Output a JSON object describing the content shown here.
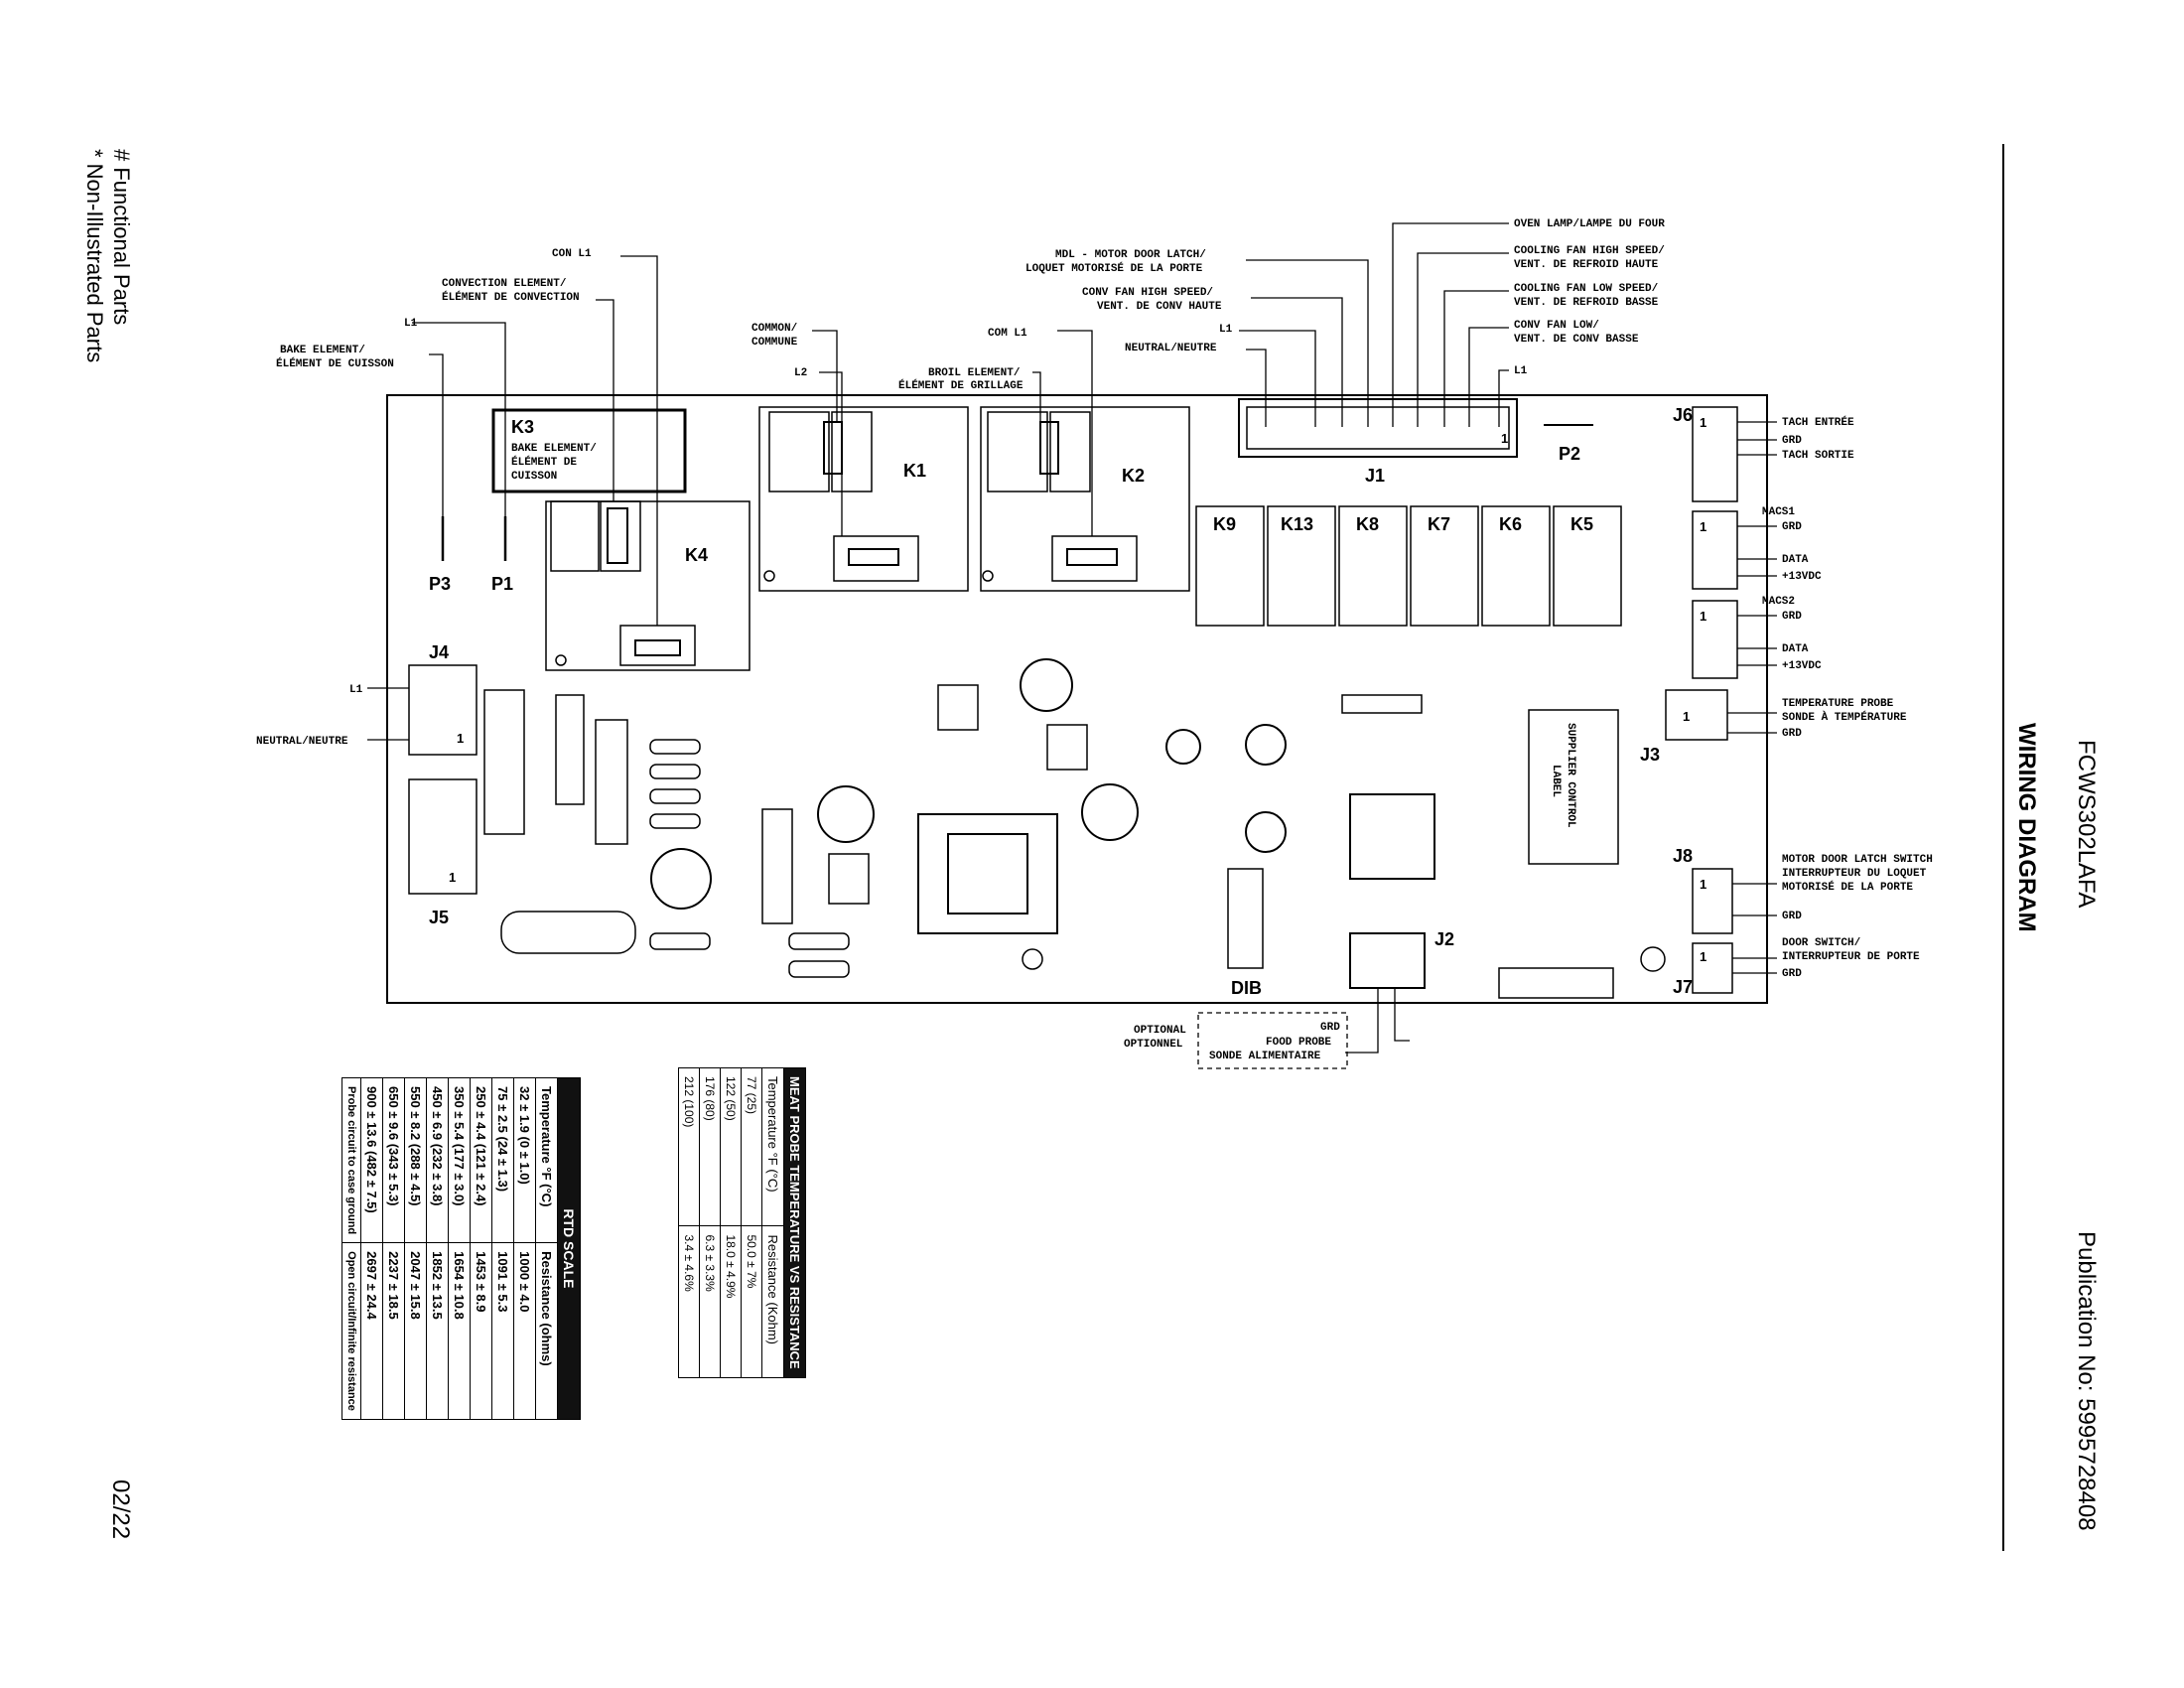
{
  "notes": {
    "functional": "# Functional Parts",
    "non_illustrated": "* Non-Illustrated Parts",
    "date": "02/22"
  },
  "header": {
    "model": "FCWS302LAFA",
    "title": "WIRING DIAGRAM",
    "publication": "Publication No: 5995728408"
  },
  "board": {
    "relays": [
      "K9",
      "K13",
      "K8",
      "K7",
      "K6",
      "K5"
    ],
    "k1": "K1",
    "k2": "K2",
    "k4": "K4",
    "k3": "K3",
    "k3_desc": [
      "BAKE ELEMENT/",
      "ÉLÉMENT DE",
      "CUISSON"
    ],
    "connectors": {
      "j1": "J1",
      "j2": "J2",
      "j3": "J3",
      "j4": "J4",
      "j5": "J5",
      "j6": "J6",
      "j7": "J7",
      "j8": "J8",
      "p1": "P1",
      "p2": "P2",
      "p3": "P3",
      "dib": "DIB"
    },
    "supplier_label": [
      "SUPPLIER CONTROL",
      "LABEL"
    ],
    "pin_one": "1"
  },
  "wire_labels": {
    "bake": [
      "BAKE ELEMENT/",
      "ÉLÉMENT DE CUISSON"
    ],
    "l1": "L1",
    "convection": [
      "CONVECTION ELEMENT/",
      "ÉLÉMENT DE CONVECTION"
    ],
    "con_l1": "CON L1",
    "common": [
      "COMMON/",
      "COMMUNE"
    ],
    "l2": "L2",
    "com_l1": "COM L1",
    "broil": [
      "BROIL ELEMENT/",
      "ÉLÉMENT DE GRILLAGE"
    ],
    "mdl": [
      "MDL - MOTOR DOOR LATCH/",
      "LOQUET MOTORISÉ DE LA PORTE"
    ],
    "conv_high": [
      "CONV FAN HIGH SPEED/",
      "VENT. DE CONV HAUTE"
    ],
    "neutral": "NEUTRAL/NEUTRE",
    "oven_lamp": "OVEN LAMP/LAMPE DU FOUR",
    "cool_high": [
      "COOLING FAN HIGH SPEED/",
      "VENT. DE REFROID HAUTE"
    ],
    "cool_low": [
      "COOLING FAN LOW SPEED/",
      "VENT. DE REFROID BASSE"
    ],
    "conv_low": [
      "CONV FAN LOW/",
      "VENT. DE CONV BASSE"
    ],
    "tach_in": "TACH ENTRÉE",
    "grd": "GRD",
    "tach_out": "TACH SORTIE",
    "macs1": "MACS1",
    "macs2": "MACS2",
    "data": "DATA",
    "vdc": "+13VDC",
    "temp_probe": [
      "TEMPERATURE PROBE",
      "SONDE À TEMPÉRATURE"
    ],
    "mdl_switch": [
      "MOTOR DOOR LATCH SWITCH",
      "INTERRUPTEUR DU LOQUET",
      "MOTORISÉ DE LA PORTE"
    ],
    "door_switch": [
      "DOOR SWITCH/",
      "INTERRUPTEUR DE PORTE"
    ],
    "optional": [
      "OPTIONAL",
      "OPTIONNEL"
    ],
    "food_probe": [
      "FOOD PROBE",
      "SONDE ALIMENTAIRE"
    ]
  },
  "rtd_table": {
    "title": "RTD SCALE",
    "col_temp": "Temperature °F (°C)",
    "col_res": "Resistance (ohms)",
    "rows": [
      [
        "32 ± 1.9 (0 ± 1.0)",
        "1000 ± 4.0"
      ],
      [
        "75 ± 2.5 (24 ± 1.3)",
        "1091 ± 5.3"
      ],
      [
        "250 ± 4.4 (121 ± 2.4)",
        "1453 ± 8.9"
      ],
      [
        "350 ± 5.4 (177 ± 3.0)",
        "1654 ± 10.8"
      ],
      [
        "450 ± 6.9 (232 ± 3.8)",
        "1852 ± 13.5"
      ],
      [
        "550 ± 8.2 (288 ± 4.5)",
        "2047 ± 15.8"
      ],
      [
        "650 ± 9.6 (343 ± 5.3)",
        "2237 ± 18.5"
      ],
      [
        "900 ± 13.6 (482 ± 7.5)",
        "2697 ± 24.4"
      ]
    ],
    "footer": [
      "Probe circuit to case ground",
      "Open circuit/Infinite resistance"
    ]
  },
  "meat_table": {
    "title": "MEAT PROBE TEMPERATURE VS RESISTANCE",
    "col_temp": "Temperature °F (°C)",
    "col_res": "Resistance (Kohm)",
    "rows": [
      [
        "77 (25)",
        "50.0 ± 7%"
      ],
      [
        "122 (50)",
        "18.0 ± 4.9%"
      ],
      [
        "176 (80)",
        "6.3 ± 3.3%"
      ],
      [
        "212 (100)",
        "3.4 ± 4.6%"
      ]
    ]
  }
}
